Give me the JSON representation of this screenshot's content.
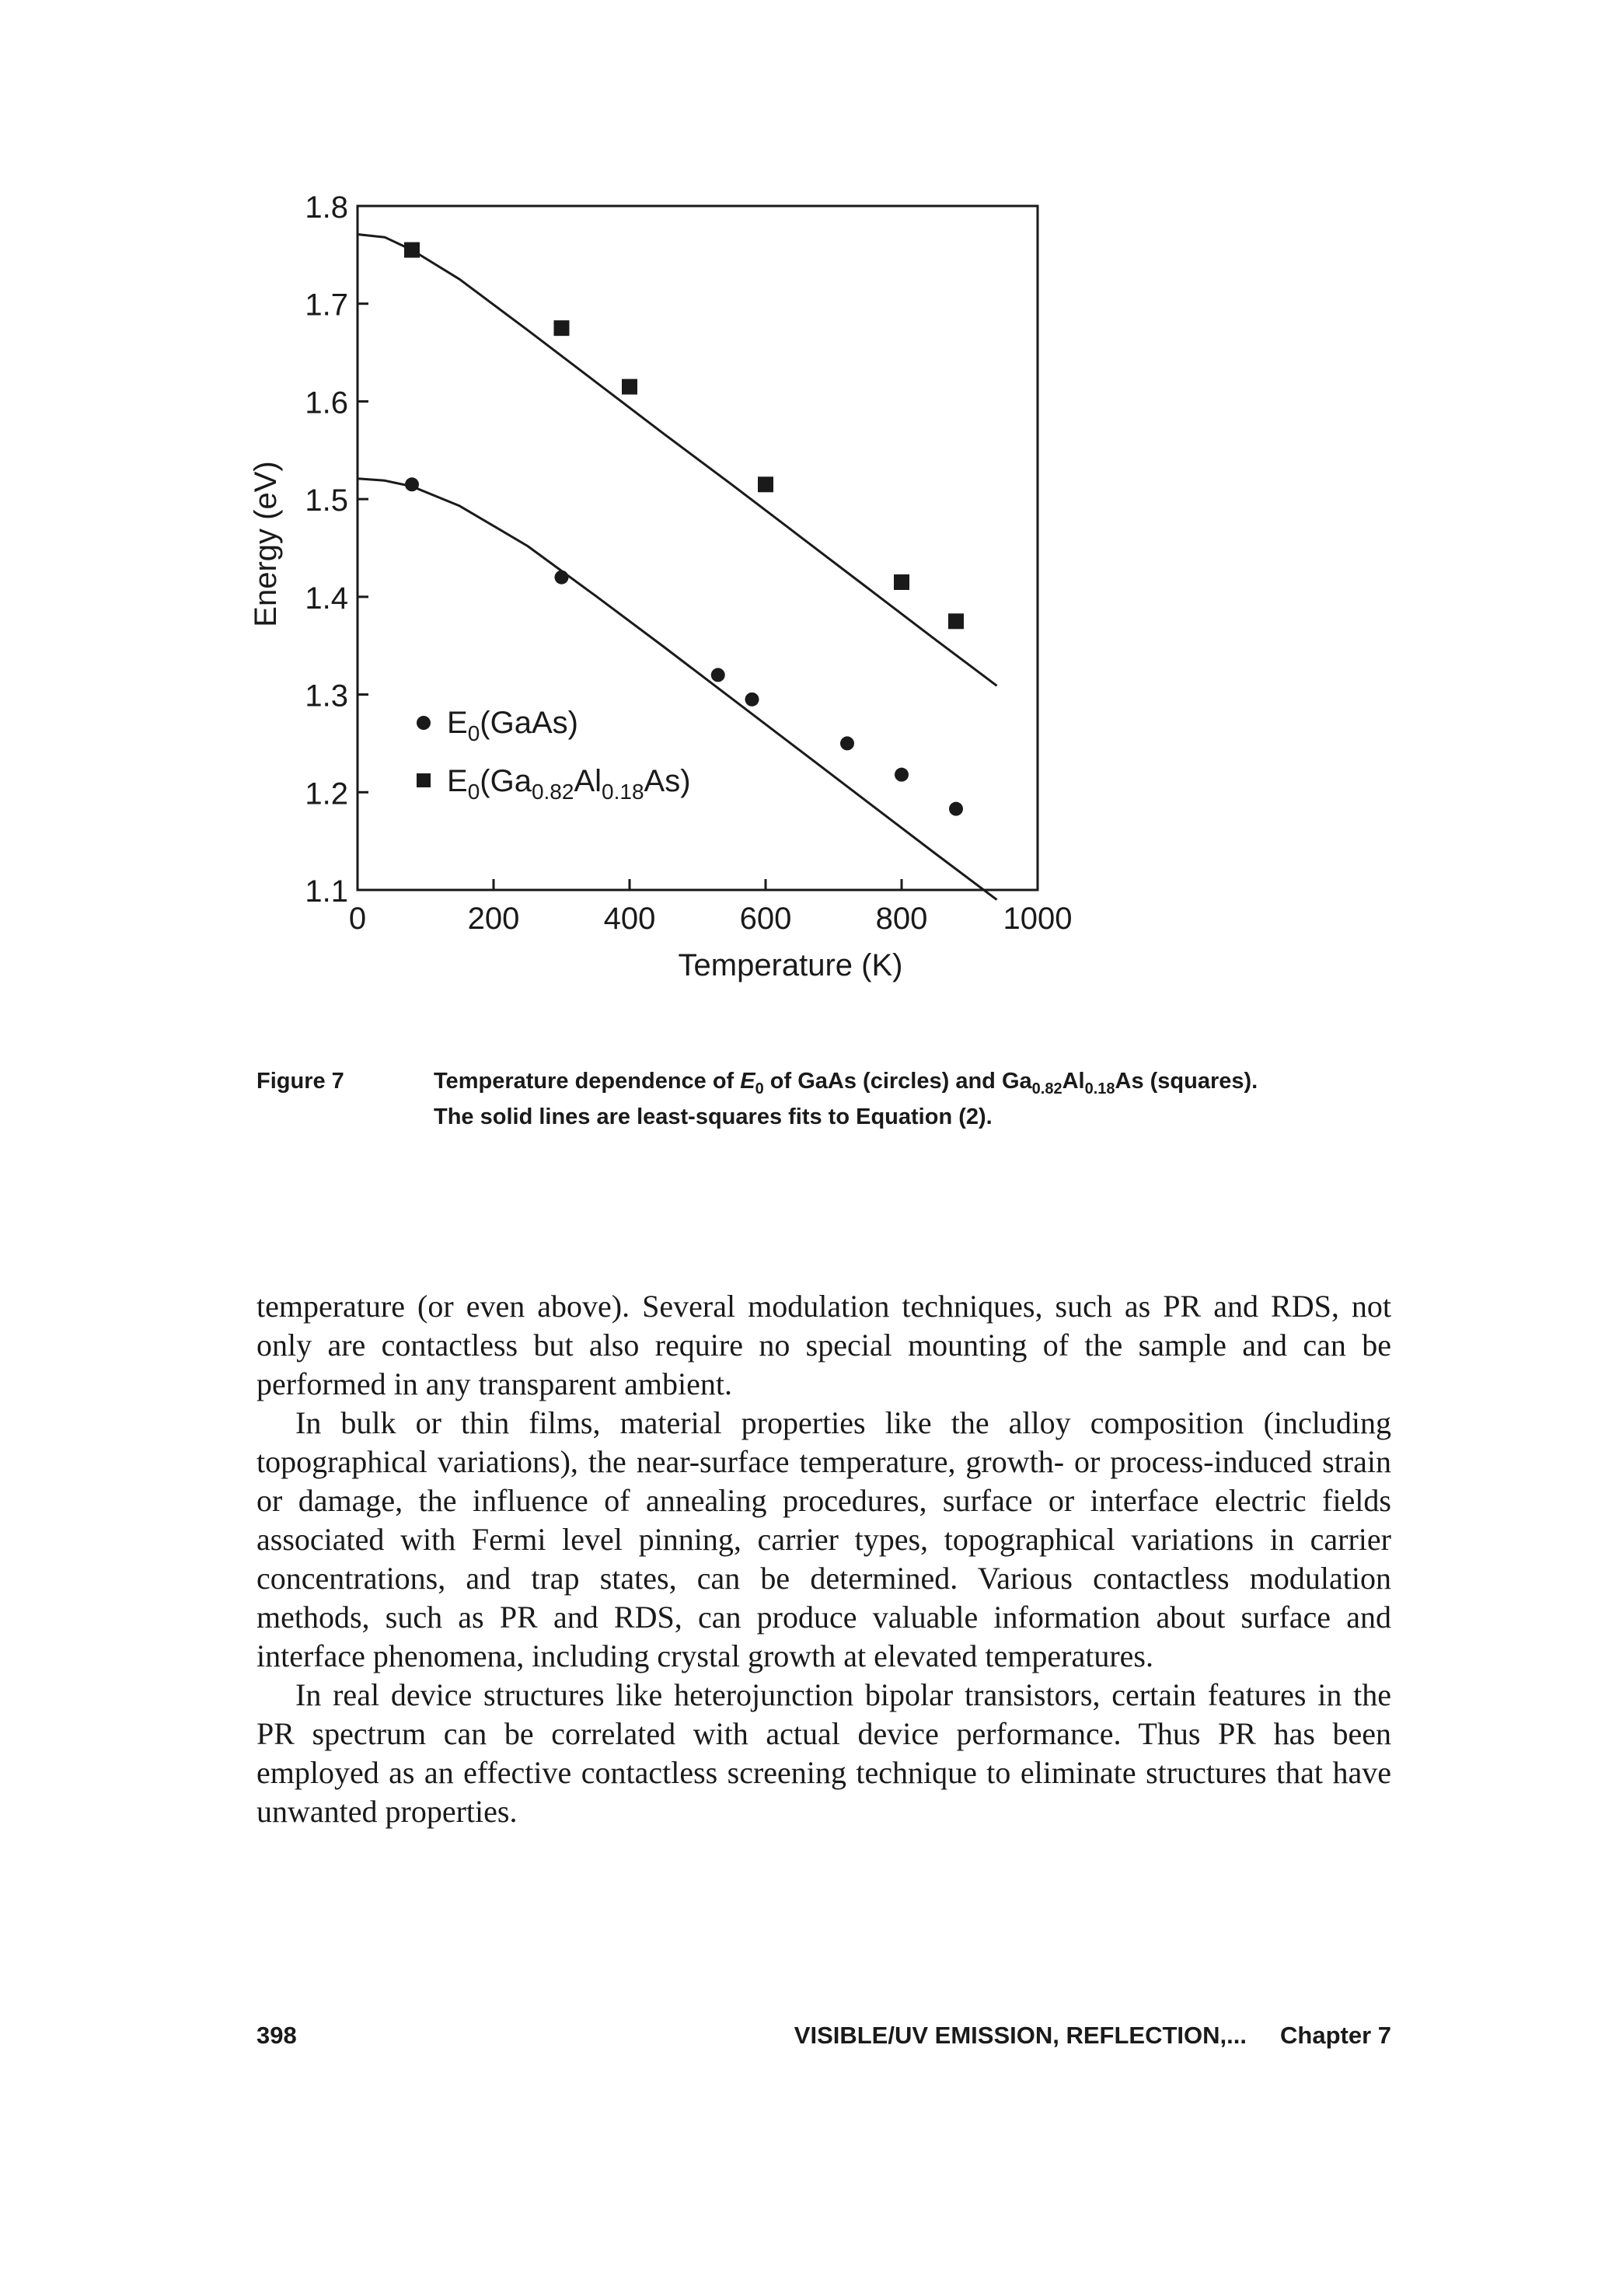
{
  "chart_data": {
    "type": "scatter",
    "xlabel": "Temperature (K)",
    "ylabel": "Energy (eV)",
    "xlim": [
      0,
      1000
    ],
    "ylim": [
      1.1,
      1.8
    ],
    "xticks": [
      "0",
      "200",
      "400",
      "600",
      "800",
      "1000"
    ],
    "yticks": [
      "1.1",
      "1.2",
      "1.3",
      "1.4",
      "1.5",
      "1.6",
      "1.7",
      "1.8"
    ],
    "legend": {
      "placement": "lower-left"
    },
    "series": [
      {
        "name": "E0(GaAs)",
        "name_parts": [
          "E",
          "0",
          "(GaAs)"
        ],
        "marker": "circle",
        "x": [
          80,
          300,
          530,
          580,
          720,
          800,
          880
        ],
        "y": [
          1.515,
          1.42,
          1.32,
          1.295,
          1.25,
          1.218,
          1.183
        ]
      },
      {
        "name": "E0(Ga0.82Al0.18As)",
        "name_parts": [
          "E",
          "0",
          "(Ga",
          "0.82",
          "Al",
          "0.18",
          "As)"
        ],
        "marker": "square",
        "x": [
          80,
          300,
          400,
          600,
          800,
          880
        ],
        "y": [
          1.755,
          1.675,
          1.615,
          1.515,
          1.415,
          1.375
        ]
      }
    ],
    "fits": [
      {
        "series": "E0(GaAs)",
        "x": [
          0,
          40,
          80,
          150,
          250,
          350,
          450,
          550,
          650,
          750,
          850,
          940
        ],
        "y": [
          1.521,
          1.519,
          1.513,
          1.493,
          1.452,
          1.401,
          1.349,
          1.296,
          1.243,
          1.19,
          1.137,
          1.09
        ]
      },
      {
        "series": "E0(Ga0.82Al0.18As)",
        "x": [
          0,
          40,
          80,
          150,
          250,
          350,
          450,
          550,
          650,
          750,
          850,
          940
        ],
        "y": [
          1.771,
          1.768,
          1.755,
          1.725,
          1.673,
          1.62,
          1.567,
          1.515,
          1.462,
          1.409,
          1.356,
          1.309
        ]
      }
    ]
  },
  "caption": {
    "label": "Figure 7",
    "line1_a": "Temperature dependence of ",
    "line1_E": "E",
    "line1_E_sub": "0",
    "line1_b": " of GaAs (circles) and Ga",
    "line1_sub1": "0.82",
    "line1_c": "Al",
    "line1_sub2": "0.18",
    "line1_d": "As (squares).",
    "line2": "The solid lines are least-squares fits to Equation (2)."
  },
  "body": {
    "p1": "temperature (or even above). Several modulation techniques, such as PR and RDS, not only are contactless but also require no special mounting of the sample and can be performed in any transparent ambient.",
    "p2": "In bulk or thin films, material properties like the alloy composition (including topographical variations), the near-surface temperature, growth- or process-induced strain or damage, the influence of annealing procedures, surface or interface electric fields associated with Fermi level pinning, carrier types, topographical variations in carrier concentrations, and trap states, can be determined. Various contactless modulation methods, such as PR and RDS, can produce valuable information about surface and interface phenomena, including crystal growth at elevated temperatures.",
    "p3": "In real device structures like heterojunction bipolar transistors, certain features in the PR spectrum can be correlated with actual device performance. Thus PR has been employed as an effective contactless screening technique to eliminate structures that have unwanted properties."
  },
  "footer": {
    "page_number": "398",
    "running_head": "VISIBLE/UV EMISSION, REFLECTION,...     Chapter 7"
  }
}
